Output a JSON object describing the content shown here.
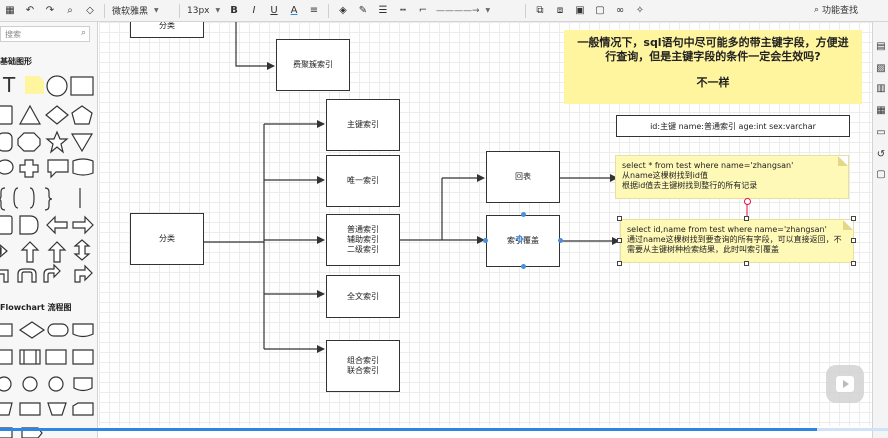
{
  "toolbar": {
    "font_family": "微软雅黑",
    "font_size": "13px",
    "bold": "B",
    "italic": "I",
    "underline": "U",
    "text_color": "A",
    "search_label": "功能查找",
    "icons": [
      "undo-icon",
      "redo-icon",
      "format-painter-icon",
      "eraser-icon",
      "align-icon",
      "fill-color-icon",
      "line-color-icon",
      "line-width-icon",
      "line-style-icon",
      "arrow-style-icon",
      "bring-front-icon",
      "send-back-icon",
      "lock-icon",
      "group-icon",
      "magic-icon"
    ]
  },
  "left_panel": {
    "search_placeholder": "搜索",
    "basic_shapes_title": "基础图形",
    "flowchart_title": "Flowchart 流程图",
    "text_shape_label": "T"
  },
  "diagram": {
    "boxes": {
      "category_top": "分类",
      "clustered_index": "费聚簇索引",
      "primary_key_index": "主键索引",
      "unique_index": "唯一索引",
      "normal_index": "普通索引\n辅助索引\n二级索引",
      "fulltext_index": "全文索引",
      "composite_index": "组合索引\n联合索引",
      "category": "分类",
      "back_to_table": "回表",
      "covering_index": "索引覆盖"
    },
    "main_note": {
      "question": "一般情况下，sql语句中尽可能多的带主键字段，方便进行查询，但是主键字段的条件一定会生效吗?",
      "answer": "不一样"
    },
    "fields": "id:主键    name:普通索引    age:int    sex:varchar",
    "note1": {
      "line1": "select * from test where name='zhangsan'",
      "line2": "从name这棵树找到id值",
      "line3": "根据id值去主键树找到整行的所有记录"
    },
    "note2": {
      "line1": "select id,name  from test where name='zhangsan'",
      "line2": "通过name这棵树找到要查询的所有字段，可以直接返回，不需要从主键树种检索结果，此时叫索引覆盖"
    }
  },
  "progress": {
    "fraction": 0.92
  },
  "colors": {
    "accent": "#2f86e0",
    "note": "#fff9b8",
    "main_note": "#fff59e"
  }
}
